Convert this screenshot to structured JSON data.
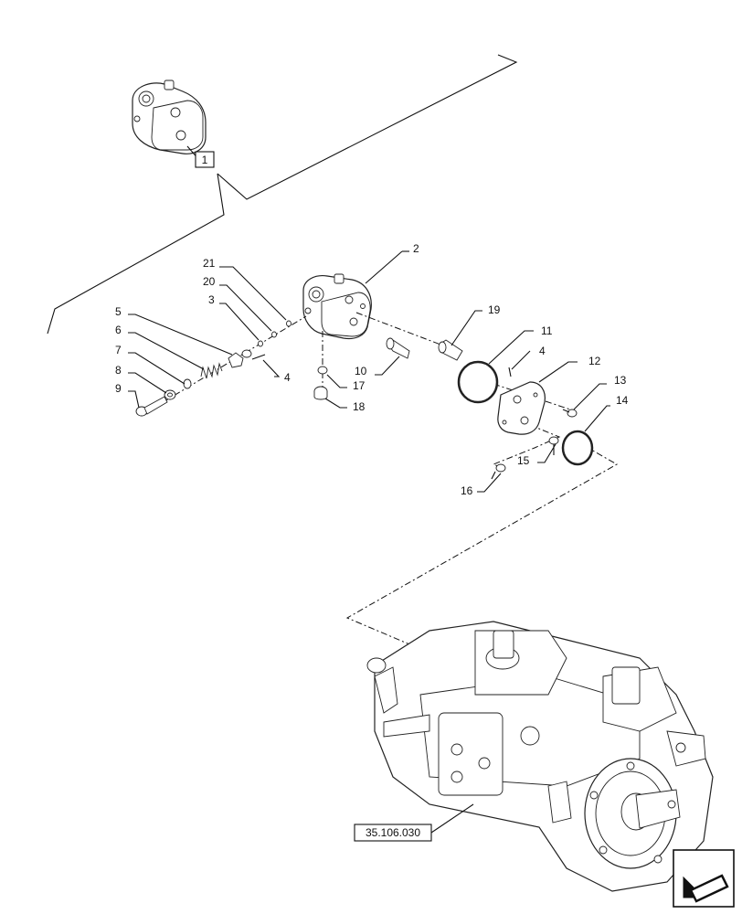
{
  "callouts": {
    "c1": "1",
    "c2": "2",
    "c3": "3",
    "c4a": "4",
    "c4b": "4",
    "c5": "5",
    "c6": "6",
    "c7": "7",
    "c8": "8",
    "c9": "9",
    "c10": "10",
    "c11": "11",
    "c12": "12",
    "c13": "13",
    "c14": "14",
    "c15": "15",
    "c16": "16",
    "c17": "17",
    "c18": "18",
    "c19": "19",
    "c20": "20",
    "c21": "21"
  },
  "reference": {
    "label": "35.106.030"
  },
  "icons": {
    "nav": "next-page-arrow-icon"
  }
}
